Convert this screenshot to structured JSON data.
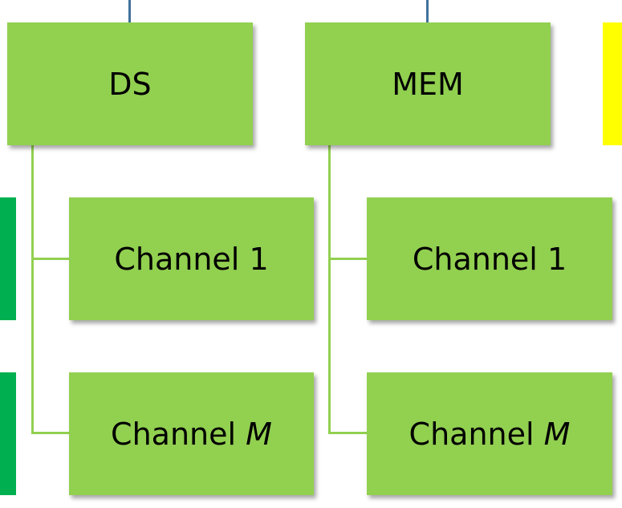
{
  "colors": {
    "node_fill": "#92d050",
    "connector": "#92d050",
    "parent_link": "#41719c",
    "partial_yellow": "#ffff00",
    "partial_dark_green": "#00b050"
  },
  "nodes": {
    "ds": {
      "label": "DS"
    },
    "mem": {
      "label": "MEM"
    },
    "ds_channel_1": {
      "label": "Channel 1"
    },
    "ds_channel_m": {
      "prefix": "Channel ",
      "var": "M"
    },
    "mem_channel_1": {
      "label": "Channel 1"
    },
    "mem_channel_m": {
      "prefix": "Channel ",
      "var": "M"
    }
  }
}
